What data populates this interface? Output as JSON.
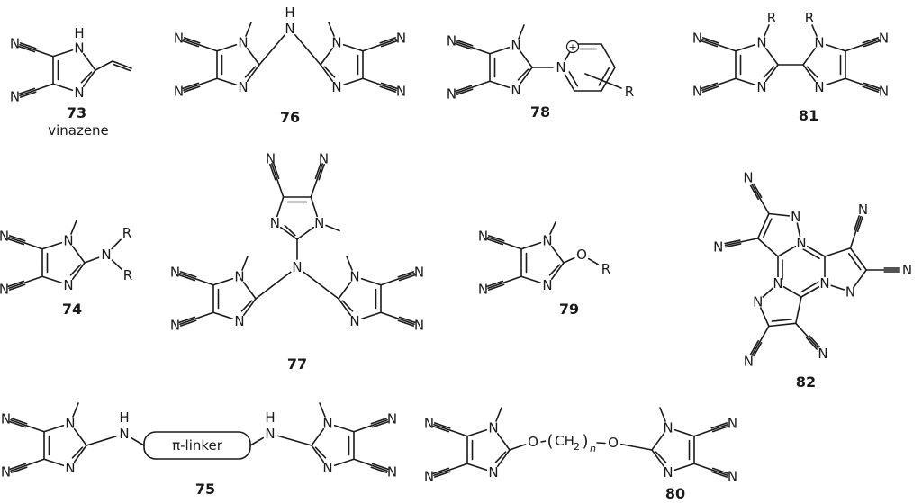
{
  "labels": {
    "N": "N",
    "H": "H",
    "R": "R",
    "O": "O",
    "plus": "+",
    "pi_linker": "π-linker",
    "paren_open": "(",
    "methylene": "CH",
    "sub_two": "2",
    "paren_close": ")",
    "sub_n": "n"
  },
  "compounds": {
    "c73": {
      "number": "73",
      "name": "vinazene"
    },
    "c74": {
      "number": "74"
    },
    "c75": {
      "number": "75"
    },
    "c76": {
      "number": "76"
    },
    "c77": {
      "number": "77"
    },
    "c78": {
      "number": "78"
    },
    "c79": {
      "number": "79"
    },
    "c80": {
      "number": "80"
    },
    "c81": {
      "number": "81"
    },
    "c82": {
      "number": "82"
    }
  }
}
